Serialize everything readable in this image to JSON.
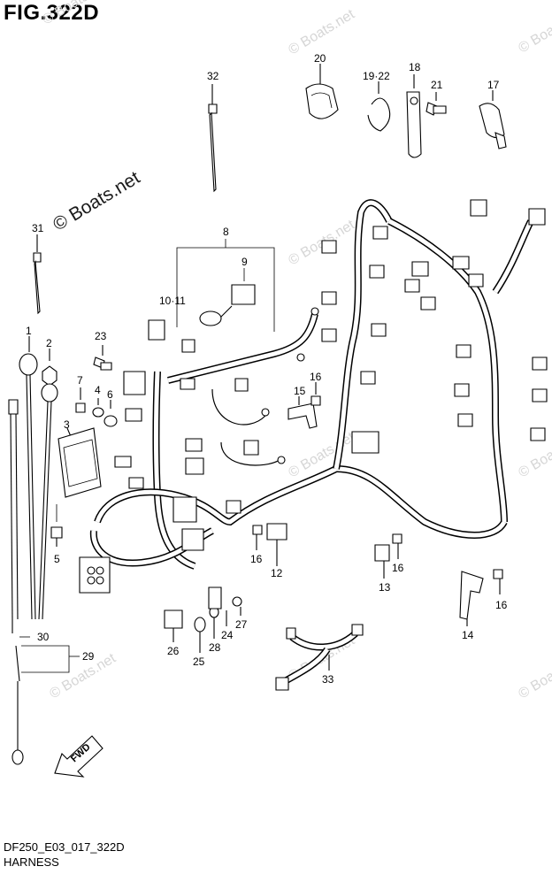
{
  "figure": {
    "title": "FIG.322D",
    "watermark": "© Boats.net",
    "footer_code": "DF250_E03_017_322D",
    "footer_name": "HARNESS",
    "fwd_label": "FWD"
  },
  "callouts": [
    {
      "id": "c32",
      "text": "32"
    },
    {
      "id": "c20",
      "text": "20"
    },
    {
      "id": "c19-22",
      "text": "19·22"
    },
    {
      "id": "c18",
      "text": "18"
    },
    {
      "id": "c21",
      "text": "21"
    },
    {
      "id": "c17",
      "text": "17"
    },
    {
      "id": "c31",
      "text": "31"
    },
    {
      "id": "c8",
      "text": "8"
    },
    {
      "id": "c9",
      "text": "9"
    },
    {
      "id": "c10-11",
      "text": "10·11"
    },
    {
      "id": "c1",
      "text": "1"
    },
    {
      "id": "c2",
      "text": "2"
    },
    {
      "id": "c23",
      "text": "23"
    },
    {
      "id": "c7",
      "text": "7"
    },
    {
      "id": "c4",
      "text": "4"
    },
    {
      "id": "c6",
      "text": "6"
    },
    {
      "id": "c3",
      "text": "3"
    },
    {
      "id": "c15",
      "text": "15"
    },
    {
      "id": "c16a",
      "text": "16"
    },
    {
      "id": "c5",
      "text": "5"
    },
    {
      "id": "c16b",
      "text": "16"
    },
    {
      "id": "c12",
      "text": "12"
    },
    {
      "id": "c16c",
      "text": "16"
    },
    {
      "id": "c13",
      "text": "13"
    },
    {
      "id": "c16d",
      "text": "16"
    },
    {
      "id": "c14",
      "text": "14"
    },
    {
      "id": "c27",
      "text": "27"
    },
    {
      "id": "c24",
      "text": "24"
    },
    {
      "id": "c28",
      "text": "28"
    },
    {
      "id": "c26",
      "text": "26"
    },
    {
      "id": "c25",
      "text": "25"
    },
    {
      "id": "c30",
      "text": "30"
    },
    {
      "id": "c29",
      "text": "29"
    },
    {
      "id": "c33",
      "text": "33"
    }
  ]
}
